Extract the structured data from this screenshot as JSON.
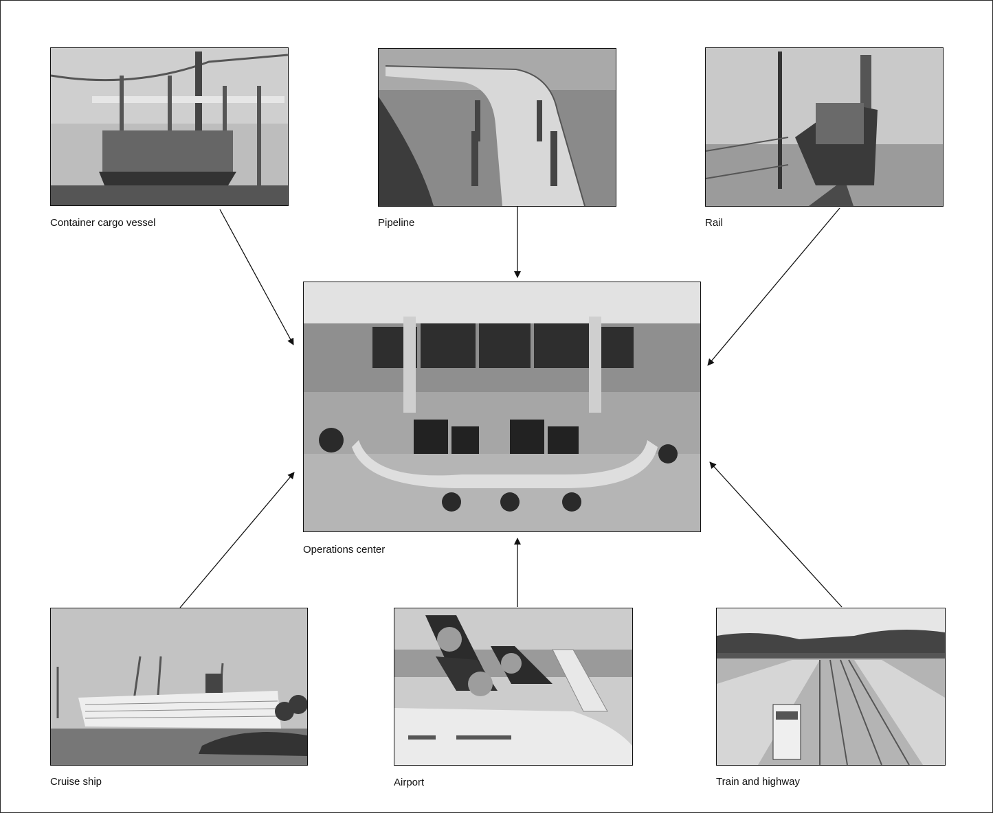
{
  "nodes": {
    "container": {
      "label": "Container cargo vessel"
    },
    "pipeline": {
      "label": "Pipeline"
    },
    "rail": {
      "label": "Rail"
    },
    "operations": {
      "label": "Operations center"
    },
    "cruise": {
      "label": "Cruise ship"
    },
    "airport": {
      "label": "Airport"
    },
    "highway": {
      "label": "Train and highway"
    }
  },
  "edges": [
    {
      "from": "container",
      "to": "operations"
    },
    {
      "from": "pipeline",
      "to": "operations"
    },
    {
      "from": "rail",
      "to": "operations"
    },
    {
      "from": "cruise",
      "to": "operations"
    },
    {
      "from": "airport",
      "to": "operations"
    },
    {
      "from": "highway",
      "to": "operations"
    }
  ]
}
